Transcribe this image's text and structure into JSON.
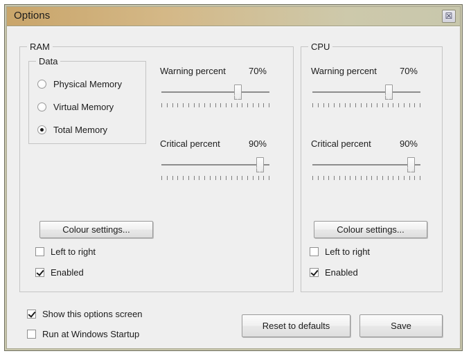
{
  "window": {
    "title": "Options",
    "close_icon": "close-icon",
    "close_glyph": "☒"
  },
  "ram": {
    "legend": "RAM",
    "data_group": {
      "legend": "Data",
      "options": [
        {
          "label": "Physical Memory",
          "checked": false
        },
        {
          "label": "Virtual Memory",
          "checked": false
        },
        {
          "label": "Total Memory",
          "checked": true
        }
      ]
    },
    "warning": {
      "label": "Warning percent",
      "value": "70%",
      "percent": 70
    },
    "critical": {
      "label": "Critical percent",
      "value": "90%",
      "percent": 90
    },
    "colour_button": "Colour settings...",
    "left_to_right": {
      "label": "Left to right",
      "checked": false
    },
    "enabled": {
      "label": "Enabled",
      "checked": true
    }
  },
  "cpu": {
    "legend": "CPU",
    "warning": {
      "label": "Warning percent",
      "value": "70%",
      "percent": 70
    },
    "critical": {
      "label": "Critical percent",
      "value": "90%",
      "percent": 90
    },
    "colour_button": "Colour settings...",
    "left_to_right": {
      "label": "Left to right",
      "checked": false
    },
    "enabled": {
      "label": "Enabled",
      "checked": true
    }
  },
  "footer": {
    "show_options": {
      "label": "Show this options screen",
      "checked": true
    },
    "run_startup": {
      "label": "Run at Windows Startup",
      "checked": false
    },
    "reset_button": "Reset to defaults",
    "save_button": "Save"
  },
  "slider_ticks": 21,
  "colors": {
    "titlebar_left": "#c9a56a",
    "titlebar_right": "#c8c7ac",
    "frame": "#c9c7ae",
    "client_bg": "#efefef",
    "text": "#1b1b1b"
  }
}
